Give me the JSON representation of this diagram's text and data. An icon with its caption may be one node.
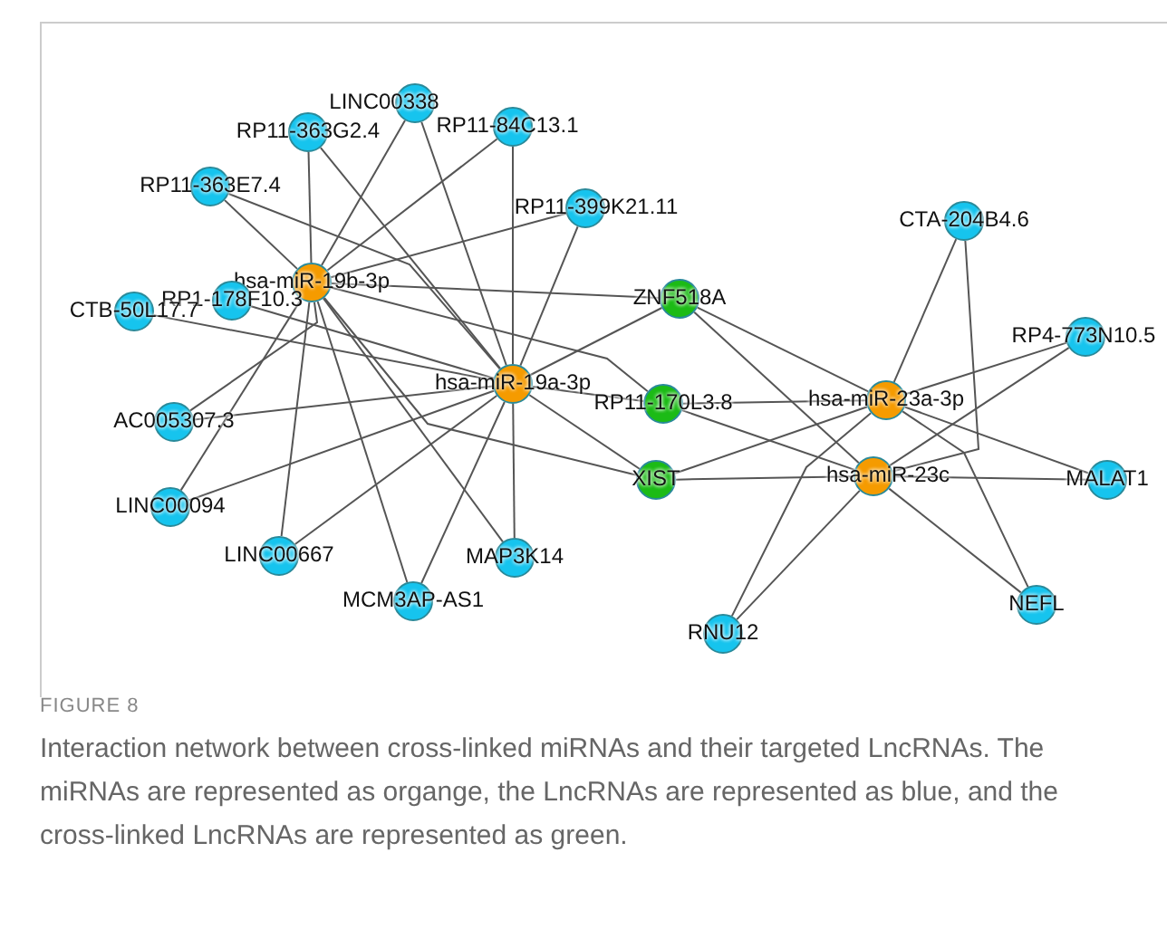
{
  "diagram": {
    "caption": "Interaction network between cross-linked miRNAs and their targeted LncRNAs. The miRNAs are represented as organge, the LncRNAs are represented as blue, and the cross-linked LncRNAs are represented as green.",
    "labels": [
      "FIGURE 8"
    ],
    "nodes": [
      {
        "text": [
          "hsa-miR-19b-3p"
        ]
      },
      {
        "text": [
          "hsa-miR-19a-3p"
        ]
      },
      {
        "text": [
          "hsa-miR-23a-3p"
        ]
      },
      {
        "text": [
          "hsa-miR-23c"
        ]
      },
      {
        "text": [
          "LINC00338"
        ]
      },
      {
        "text": [
          "RP11-363G2.4"
        ]
      },
      {
        "text": [
          "RP11-84C13.1"
        ]
      },
      {
        "text": [
          "RP11-363E7.4"
        ]
      },
      {
        "text": [
          "RP11-399K21.11"
        ]
      },
      {
        "text": [
          "RP1-178F10.3"
        ]
      },
      {
        "text": [
          "CTB-50L17.7"
        ]
      },
      {
        "text": [
          "AC005307.3"
        ]
      },
      {
        "text": [
          "LINC00094"
        ]
      },
      {
        "text": [
          "LINC00667"
        ]
      },
      {
        "text": [
          "MAP3K14"
        ]
      },
      {
        "text": [
          "MCM3AP-AS1"
        ]
      },
      {
        "text": [
          "CTA-204B4.6"
        ]
      },
      {
        "text": [
          "RP4-773N10.5"
        ]
      },
      {
        "text": [
          "MALAT1"
        ]
      },
      {
        "text": [
          "NEFL"
        ]
      },
      {
        "text": [
          "RNU12"
        ]
      },
      {
        "text": [
          "ZNF518A"
        ]
      },
      {
        "text": [
          "RP11-170L3.8"
        ]
      },
      {
        "text": [
          "XIST"
        ]
      }
    ],
    "edges": [
      {
        "from": 0,
        "to": 4,
        "arrow": "none"
      },
      {
        "from": 0,
        "to": 5,
        "arrow": "none"
      },
      {
        "from": 0,
        "to": 6,
        "arrow": "none"
      },
      {
        "from": 0,
        "to": 7,
        "arrow": "none"
      },
      {
        "from": 0,
        "to": 8,
        "arrow": "none"
      },
      {
        "from": 0,
        "to": 21,
        "arrow": "none"
      },
      {
        "from": 0,
        "to": 11,
        "arrow": "none"
      },
      {
        "from": 0,
        "to": 12,
        "arrow": "none"
      },
      {
        "from": 0,
        "to": 13,
        "arrow": "none"
      },
      {
        "from": 0,
        "to": 15,
        "arrow": "none"
      },
      {
        "from": 0,
        "to": 14,
        "arrow": "none"
      },
      {
        "from": 0,
        "to": 22,
        "arrow": "none"
      },
      {
        "from": 0,
        "to": 23,
        "arrow": "none"
      },
      {
        "from": 1,
        "to": 4,
        "arrow": "none"
      },
      {
        "from": 1,
        "to": 5,
        "arrow": "none"
      },
      {
        "from": 1,
        "to": 6,
        "arrow": "none"
      },
      {
        "from": 1,
        "to": 7,
        "arrow": "none"
      },
      {
        "from": 1,
        "to": 8,
        "arrow": "none"
      },
      {
        "from": 1,
        "to": 9,
        "arrow": "none"
      },
      {
        "from": 1,
        "to": 10,
        "arrow": "none"
      },
      {
        "from": 1,
        "to": 11,
        "arrow": "none"
      },
      {
        "from": 1,
        "to": 12,
        "arrow": "none"
      },
      {
        "from": 1,
        "to": 13,
        "arrow": "none"
      },
      {
        "from": 1,
        "to": 15,
        "arrow": "none"
      },
      {
        "from": 1,
        "to": 14,
        "arrow": "none"
      },
      {
        "from": 1,
        "to": 21,
        "arrow": "none"
      },
      {
        "from": 1,
        "to": 22,
        "arrow": "none"
      },
      {
        "from": 1,
        "to": 23,
        "arrow": "none"
      },
      {
        "from": 2,
        "to": 21,
        "arrow": "none"
      },
      {
        "from": 2,
        "to": 22,
        "arrow": "none"
      },
      {
        "from": 2,
        "to": 23,
        "arrow": "none"
      },
      {
        "from": 2,
        "to": 16,
        "arrow": "none"
      },
      {
        "from": 2,
        "to": 17,
        "arrow": "none"
      },
      {
        "from": 2,
        "to": 18,
        "arrow": "none"
      },
      {
        "from": 2,
        "to": 19,
        "arrow": "none"
      },
      {
        "from": 2,
        "to": 20,
        "arrow": "none"
      },
      {
        "from": 3,
        "to": 21,
        "arrow": "none"
      },
      {
        "from": 3,
        "to": 22,
        "arrow": "none"
      },
      {
        "from": 3,
        "to": 23,
        "arrow": "none"
      },
      {
        "from": 3,
        "to": 16,
        "arrow": "none"
      },
      {
        "from": 3,
        "to": 17,
        "arrow": "none"
      },
      {
        "from": 3,
        "to": 18,
        "arrow": "none"
      },
      {
        "from": 3,
        "to": 19,
        "arrow": "none"
      },
      {
        "from": 3,
        "to": 20,
        "arrow": "none"
      }
    ]
  }
}
